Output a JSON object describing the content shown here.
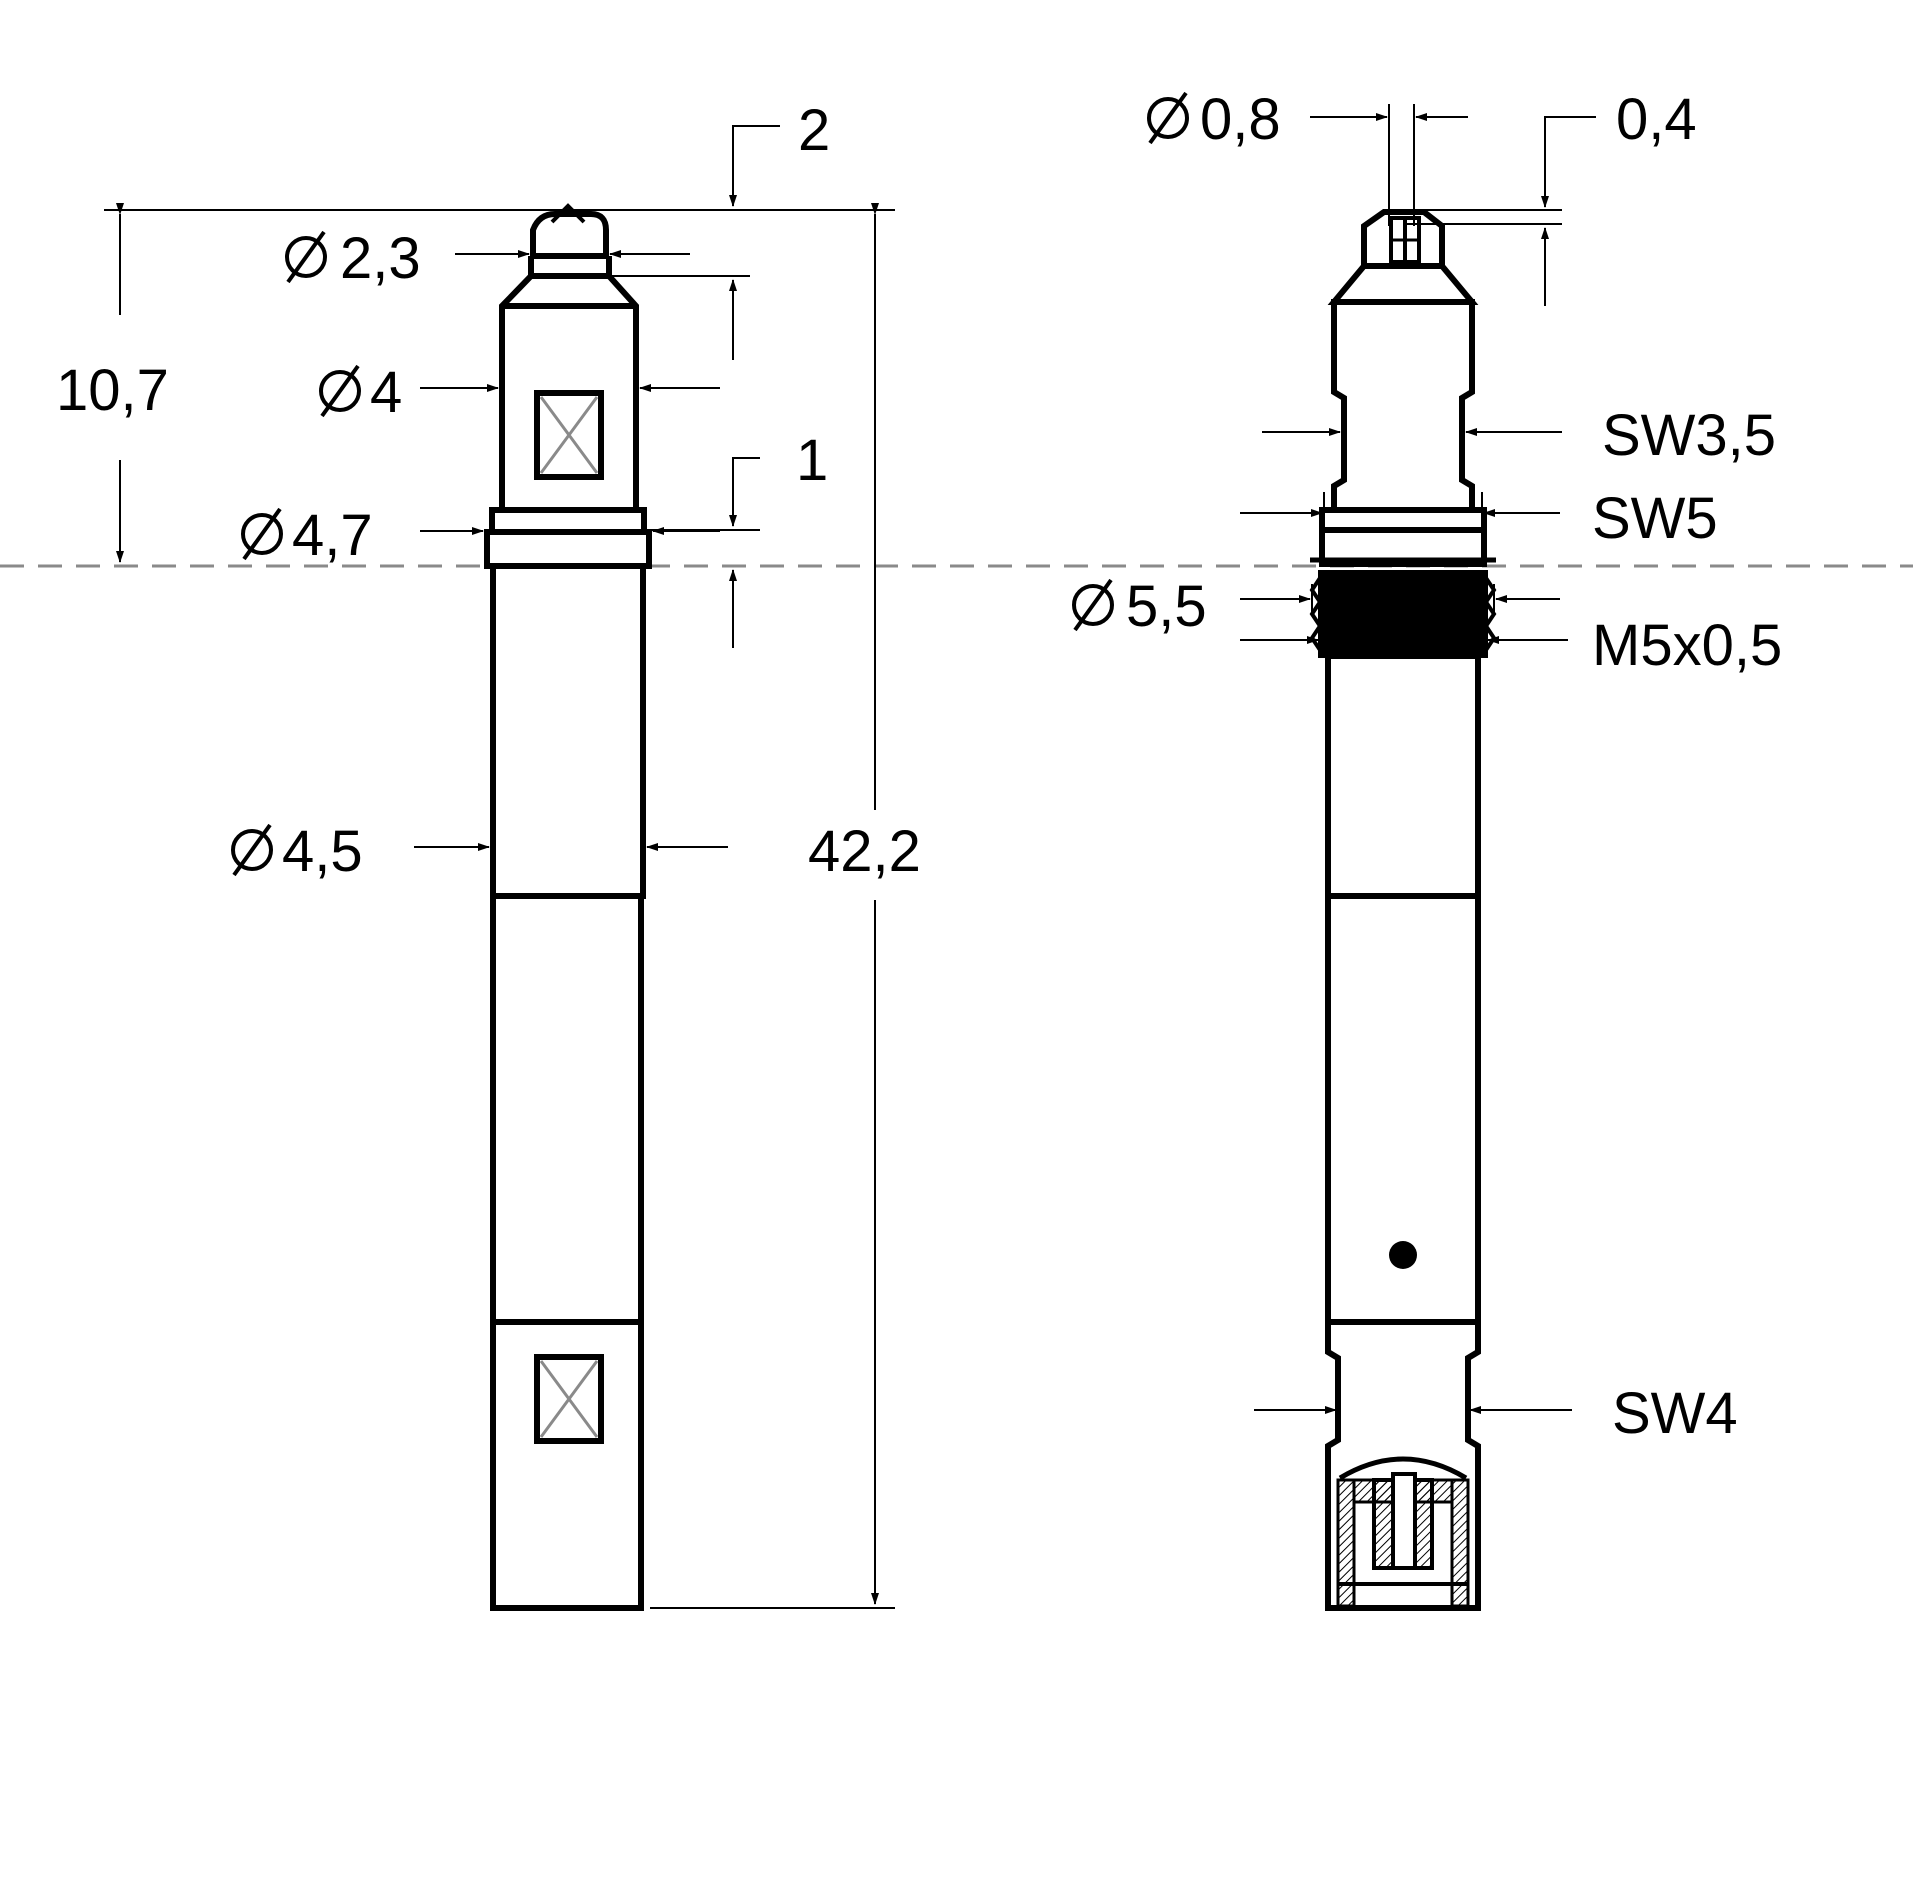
{
  "left_view": {
    "dim_tip_2": "2",
    "dim_d2_3": "2,3",
    "dim_d4": "4",
    "dim_10_7": "10,7",
    "dim_1": "1",
    "dim_d4_7": "4,7",
    "dim_d4_5": "4,5",
    "dim_42_2": "42,2"
  },
  "right_view": {
    "dim_d0_8": "0,8",
    "dim_0_4": "0,4",
    "sw3_5": "SW3,5",
    "sw5": "SW5",
    "dim_d5_5": "5,5",
    "thread": "M5x0,5",
    "sw4": "SW4"
  },
  "symbols": {
    "diameter": "diameter-symbol"
  },
  "colors": {
    "line": "#000000",
    "centerline": "#8a8a8a",
    "background": "#ffffff"
  }
}
